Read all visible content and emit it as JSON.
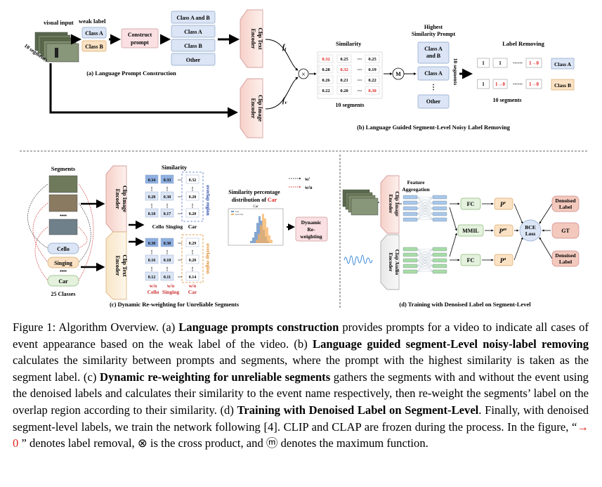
{
  "panel_a": {
    "visual_input": "visual input",
    "segments": "10 segments",
    "weak_label": "weak label",
    "weak_classes": [
      "Class A",
      "Class B"
    ],
    "construct": [
      "Construct",
      "prompt"
    ],
    "prompts": [
      "Class A and B",
      "Class A",
      "Class B",
      "Other"
    ],
    "clip_text_encoder": [
      "Clip Text",
      "Encoder"
    ],
    "clip_image_encoder": [
      "Clip Image",
      "Encoder"
    ],
    "ft": "f",
    "ft_sub": "t",
    "fv": "f",
    "fv_sub": "v",
    "caption": "(a)  Language Prompt Construction"
  },
  "panel_b": {
    "similarity": "Similarity",
    "matrix": [
      [
        "0.32",
        "0.25",
        "⋯",
        "0.25"
      ],
      [
        "0.28",
        "0.32",
        "⋯",
        "0.19"
      ],
      [
        "0.26",
        "0.21",
        "⋯",
        "0.22"
      ],
      [
        "0.22",
        "0.20",
        "⋯",
        "0.30"
      ]
    ],
    "segments": "10 segments",
    "max_symbol": "M",
    "cross_symbol": "×",
    "highest": [
      "Highest",
      "Similarity Prompt"
    ],
    "hs_items": [
      "Class A and B",
      "Class A",
      "Other"
    ],
    "hs_items_split": [
      "Class A",
      "and B"
    ],
    "ellipsis_v": "⋮",
    "ten_segments_vert": "10 segments",
    "label_removing": "Label Removing",
    "row1": [
      "1",
      "1",
      "⋯⋯",
      "1→0"
    ],
    "row2": [
      "1",
      "1→0",
      "⋯⋯",
      "1→0"
    ],
    "row_classes": [
      "Class A",
      "Class B"
    ],
    "ten_segments": "10 segments",
    "caption": "(b)  Language Guided Segment-Level Noisy Label Removing"
  },
  "panel_c": {
    "segments": "Segments",
    "dots": "••••",
    "classes": [
      "Cello",
      "Singing",
      "Car"
    ],
    "num_classes": "25 Classes",
    "clip_image": [
      "Clip Image",
      "Encoder"
    ],
    "clip_text": [
      "Clip Text",
      "Encoder"
    ],
    "similarity": "Similarity",
    "top_matrix": [
      [
        "0.34",
        "0.33",
        "⋯",
        "0.32"
      ],
      [
        "0.28",
        "0.30",
        "⋯",
        "0.20"
      ],
      [
        "0.18",
        "0.17",
        "⋯",
        "0.20"
      ]
    ],
    "top_cols": [
      "Cello",
      "Singing",
      "Car"
    ],
    "bot_matrix": [
      [
        "0.30",
        "0.30",
        "⋯",
        "0.29"
      ],
      [
        "0.16",
        "0.18",
        "⋯",
        "0.20"
      ],
      [
        "0.12",
        "0.11",
        "⋯",
        "0.14"
      ]
    ],
    "wo": "w/o",
    "overlap": "overlap region",
    "sim_pct_title": "Similarity percentage",
    "distribution_of": "distribution of",
    "car": "Car",
    "legend_w": "w/",
    "legend_wo": "w/o",
    "hist_title": "Car",
    "hist_leg": [
      "Car",
      "w/o Car"
    ],
    "dynamic": [
      "Dynamic",
      "Re-",
      "weighting"
    ],
    "caption": "(c)  Dynamic Re-weighting for Unreliable Segments"
  },
  "panel_d": {
    "clip_image": [
      "Clip Image",
      "Encoder"
    ],
    "clap_audio": [
      "Clap Audio",
      "Encoder"
    ],
    "feature_agg": [
      "Feature",
      "Aggregation"
    ],
    "fc": "FC",
    "mmil": "MMIL",
    "pv": "P",
    "pv_sup": "v",
    "pav": "P",
    "pav_sup": "av",
    "pa": "P",
    "pa_sup": "a",
    "bce": [
      "BCE",
      "Loss"
    ],
    "denoised": [
      "Denoised",
      "Label"
    ],
    "gt": "GT",
    "caption": "(d)  Training with Denoised Label on Segment-Level"
  },
  "caption": {
    "fig": "Figure 1: Algorithm Overview. (a) ",
    "b1": "Language prompts construction",
    "t1": " provides prompts for a video to indicate all cases of event appearance based on the weak label of the video. (b) ",
    "b2": "Language guided segment-Level noisy-label removing",
    "t2": " calculates the similarity between prompts and segments, where the prompt with the highest similarity is taken as the segment label. (c) ",
    "b3": "Dynamic re-weighting for unreliable segments",
    "t3": " gathers the segments with and without the event using the denoised labels and calculates their similarity to the event name respectively, then re-weight the segments’ label on the overlap region according to their similarity. (d) ",
    "b4": "Training with Denoised Label on Segment-Level",
    "t4": ". Finally, with denoised segment-level labels, we train the network following [4]. CLIP and CLAP are frozen during the process. In the figure, “",
    "arrow": "→ 0",
    "t5": " ” denotes label removal, ⊗ is the cross product, and ⓜ denotes the maximum function."
  },
  "colors": {
    "blue_box": "#dbe5f5",
    "orange_box": "#fbe2c4",
    "pink_enc": "#f7d7d7",
    "green_box": "#e3f1dd",
    "red_box": "#f3c9bd",
    "red_text": "#e0201f"
  }
}
